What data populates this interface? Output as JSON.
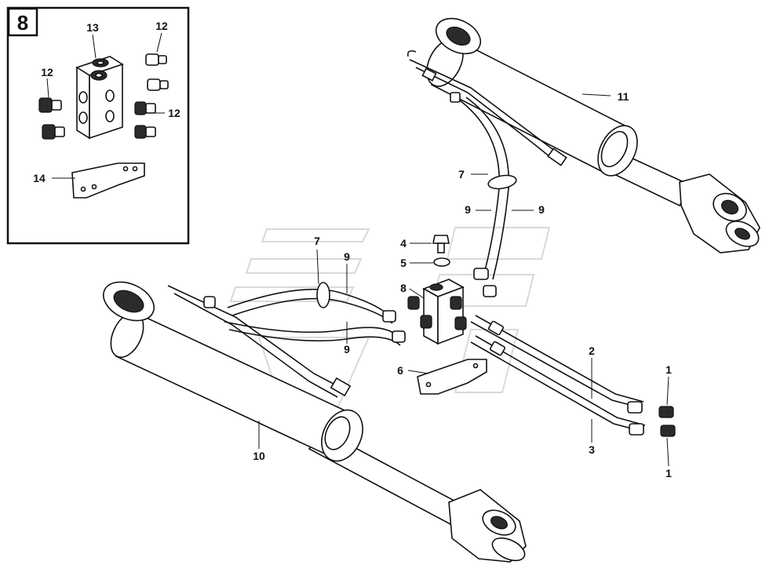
{
  "diagram": {
    "section_number": "8",
    "inset_callouts": [
      "13",
      "12",
      "12",
      "12",
      "14"
    ],
    "main_callouts": [
      "11",
      "7",
      "9",
      "9",
      "7",
      "9",
      "4",
      "5",
      "8",
      "9",
      "6",
      "2",
      "1",
      "10",
      "3",
      "1"
    ]
  }
}
